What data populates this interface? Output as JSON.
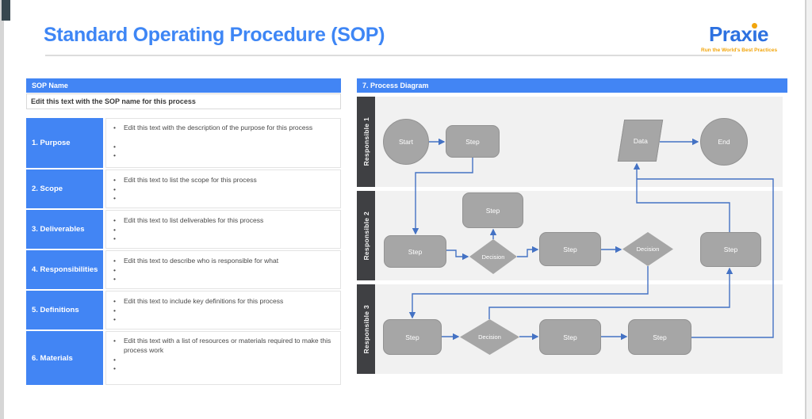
{
  "page": {
    "title": "Standard Operating Procedure (SOP)",
    "logo": {
      "brand": "Praxie",
      "tagline": "Run the World's Best Practices"
    }
  },
  "colors": {
    "accent_blue": "#4285f4",
    "title_blue": "#3e86f5",
    "connector_blue": "#4472c4",
    "shape_gray": "#a6a6a6",
    "lane_label_dark": "#3f4043",
    "lane_bg": "#f1f1f1",
    "logo_orange": "#f2a50c"
  },
  "sop_table": {
    "header": "SOP Name",
    "name_value": "Edit this text with the SOP name for this process",
    "rows": [
      {
        "label": "1. Purpose",
        "bullets": [
          "Edit this text with the description of the purpose for this process",
          "",
          ""
        ]
      },
      {
        "label": "2. Scope",
        "bullets": [
          "Edit this text to list the scope for this process",
          "",
          ""
        ]
      },
      {
        "label": "3. Deliverables",
        "bullets": [
          "Edit this text to list deliverables for this process",
          "",
          ""
        ]
      },
      {
        "label": "4. Responsibilities",
        "bullets": [
          "Edit this text to describe who is responsible for what",
          "",
          ""
        ]
      },
      {
        "label": "5. Definitions",
        "bullets": [
          "Edit this text to include key definitions for this process",
          "",
          ""
        ]
      },
      {
        "label": "6. Materials",
        "bullets": [
          "Edit this text with a list of resources or materials required to make this process work",
          "",
          ""
        ]
      }
    ]
  },
  "diagram": {
    "header": "7. Process Diagram",
    "lanes": [
      {
        "label": "Responsible 1"
      },
      {
        "label": "Responsible 2"
      },
      {
        "label": "Responsible 3"
      }
    ],
    "shapes": {
      "start": "Start",
      "l1_step": "Step",
      "data": "Data",
      "end": "End",
      "l2_step_left": "Step",
      "l2_step_top": "Step",
      "l2_decision1": "Decision",
      "l2_step_mid": "Step",
      "l2_decision2": "Decision",
      "l2_step_right": "Step",
      "l3_step1": "Step",
      "l3_decision": "Decision",
      "l3_step2": "Step",
      "l3_step3": "Step"
    }
  }
}
